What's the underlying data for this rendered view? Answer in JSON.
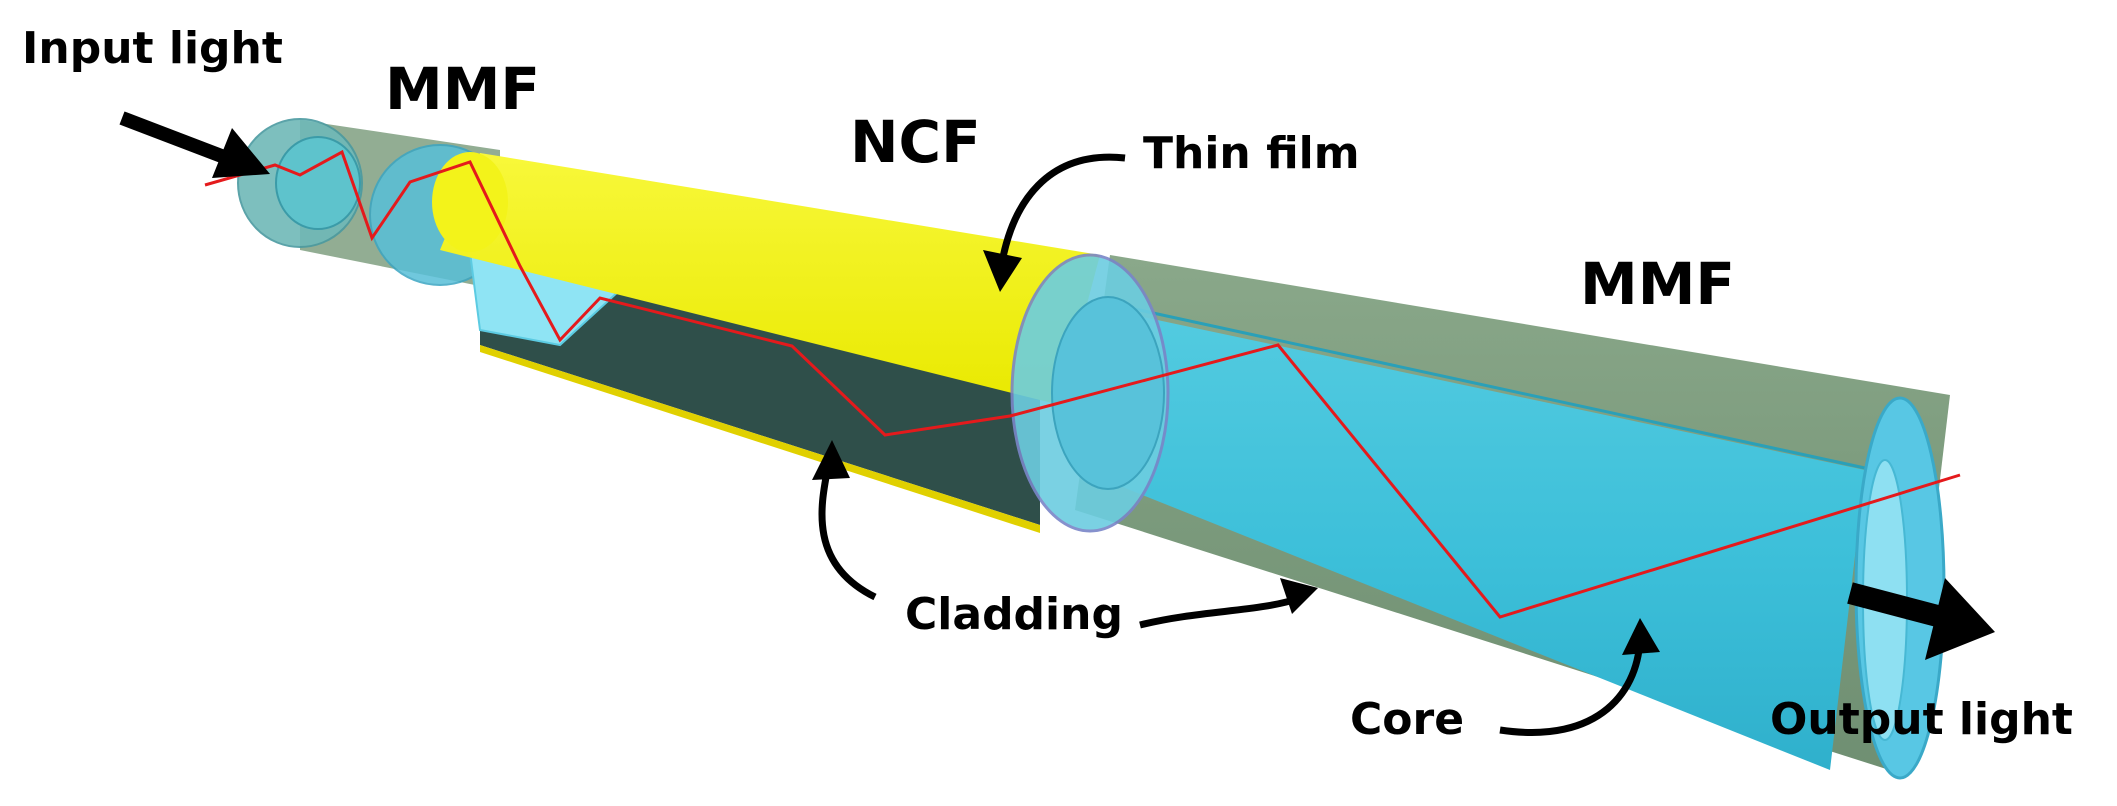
{
  "labels": {
    "input_light": "Input light",
    "mmf_left": "MMF",
    "ncf": "NCF",
    "thin_film": "Thin film",
    "mmf_right": "MMF",
    "cladding": "Cladding",
    "core": "Core",
    "output_light": "Output light"
  },
  "colors": {
    "cladding": "#7f9f80",
    "core": "#3fc2dc",
    "core_light": "#8fe4f4",
    "thin_film": "#f5f500",
    "ncf_inner": "#2f4f4a",
    "light_ray": "#e41a1c",
    "arrow": "#000000",
    "text": "#000000"
  }
}
